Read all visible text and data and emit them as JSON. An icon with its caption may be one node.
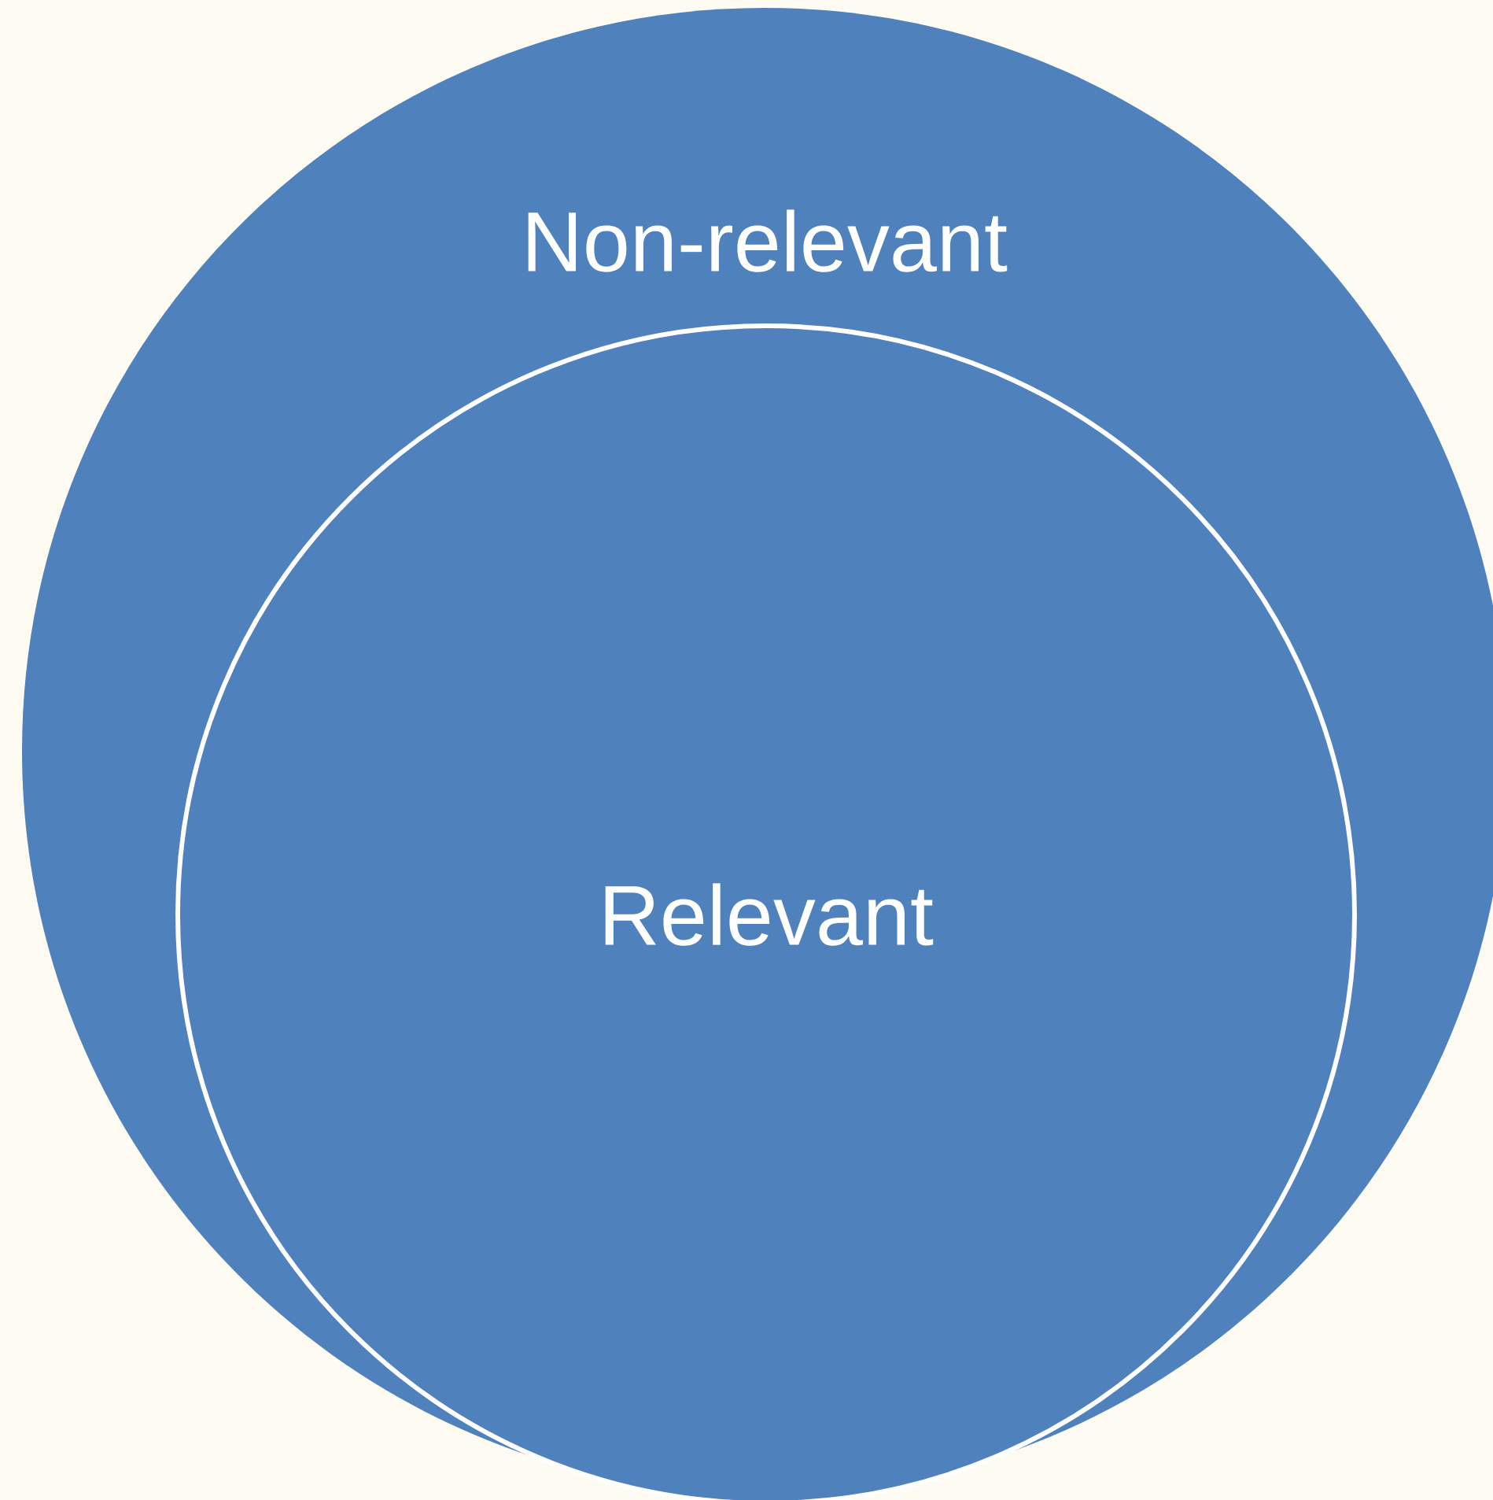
{
  "diagram": {
    "nodes": [
      {
        "text": [
          "Non-relevant"
        ]
      },
      {
        "text": [
          "Relevant"
        ],
        "in": 0
      }
    ]
  }
}
